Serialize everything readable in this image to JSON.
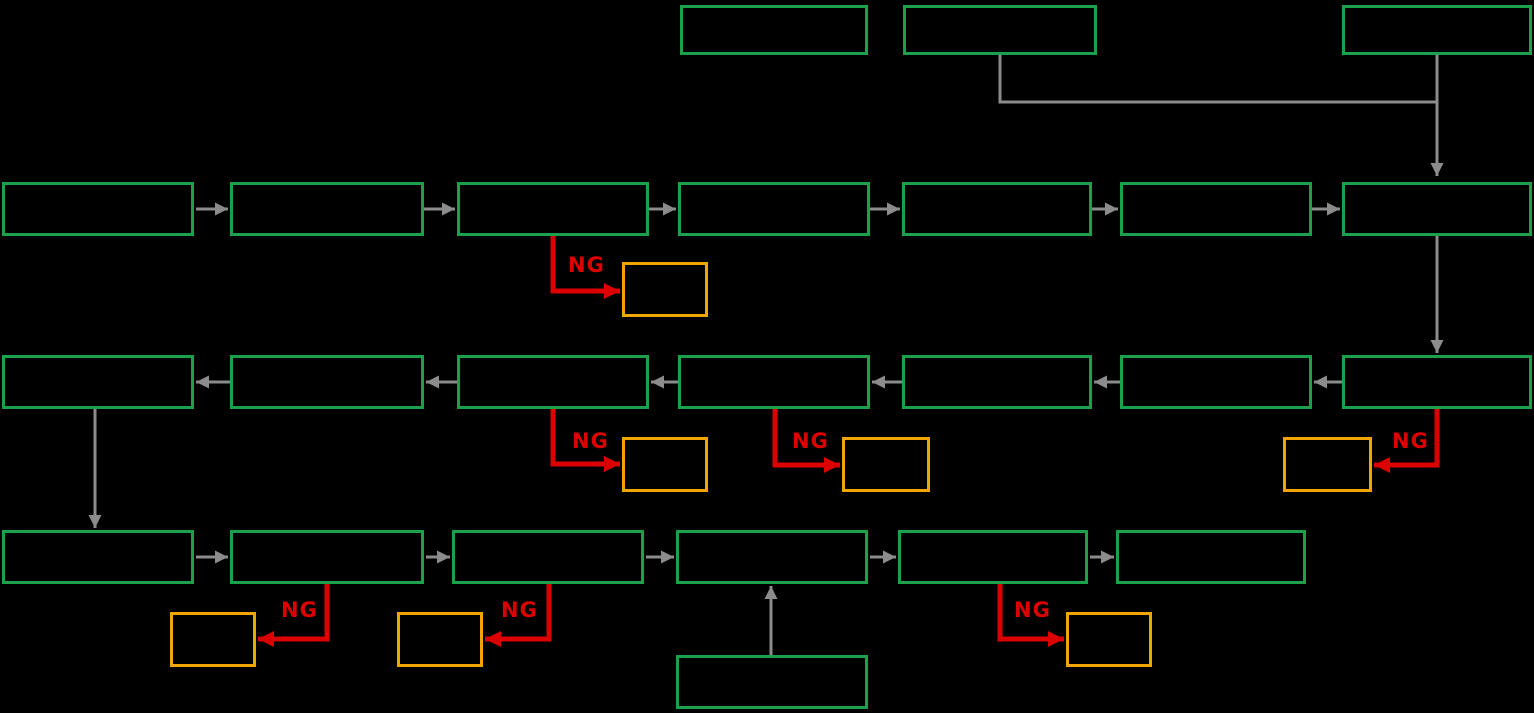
{
  "diagram": {
    "ng_label": "NG",
    "colors": {
      "background": "#000000",
      "process_border": "#1aa14a",
      "ng_box_border": "#f0a500",
      "ng_arrow": "#dc0000",
      "connector": "#8c8c8c"
    },
    "rows": [
      {
        "name": "top-row",
        "box_count": 3
      },
      {
        "name": "row-1",
        "box_count": 7,
        "flow": "left-to-right"
      },
      {
        "name": "row-2",
        "box_count": 7,
        "flow": "right-to-left"
      },
      {
        "name": "row-3",
        "box_count": 6,
        "flow": "left-to-right"
      },
      {
        "name": "bottom-row",
        "box_count": 1
      }
    ],
    "ng_branch_count": 7
  }
}
